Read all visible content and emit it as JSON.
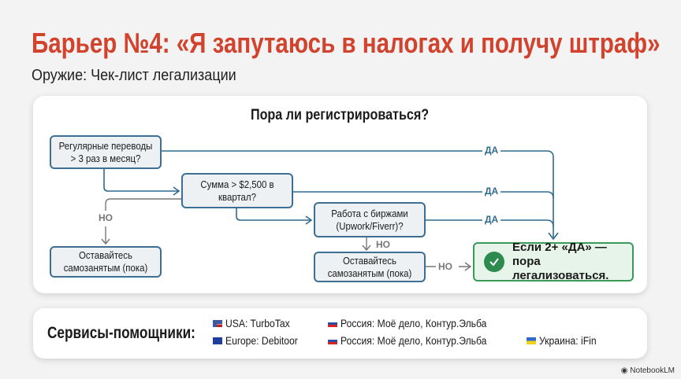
{
  "header": {
    "title": "Барьер №4: «Я запутаюсь в налогах и получу штраф»",
    "subtitle": "Оружие: Чек-лист легализации"
  },
  "flowchart": {
    "title": "Пора ли регистрироваться?",
    "nodes": {
      "q1": "Регулярные переводы > 3 раз в месяц?",
      "q2": "Сумма > $2,500 в квартал?",
      "q3": "Работа с биржами (Upwork/Fiverr)?",
      "stay1": "Оставайтесь самозанятым (пока)",
      "stay2": "Оставайтесь самозанятым (пока)",
      "result": "Если 2+ «ДА» — пора легализоваться."
    },
    "labels": {
      "yes": "ДА",
      "no": "НО"
    }
  },
  "services": {
    "title": "Сервисы-помощники:",
    "items": [
      {
        "flag": "us",
        "text": "USA: TurboTax"
      },
      {
        "flag": "ru",
        "text": "Россия: Моё дело, Контур.Эльба"
      },
      {
        "flag": "eu",
        "text": "Europe: Debitoor"
      },
      {
        "flag": "ru",
        "text": "Россия: Моё дело, Контур.Эльба"
      },
      {
        "flag": "ua",
        "text": "Украина: iFin"
      }
    ]
  },
  "brand": "NotebookLM",
  "colors": {
    "title": "#d2432e",
    "line": "#2e6a90",
    "result_border": "#3a9a5a"
  }
}
